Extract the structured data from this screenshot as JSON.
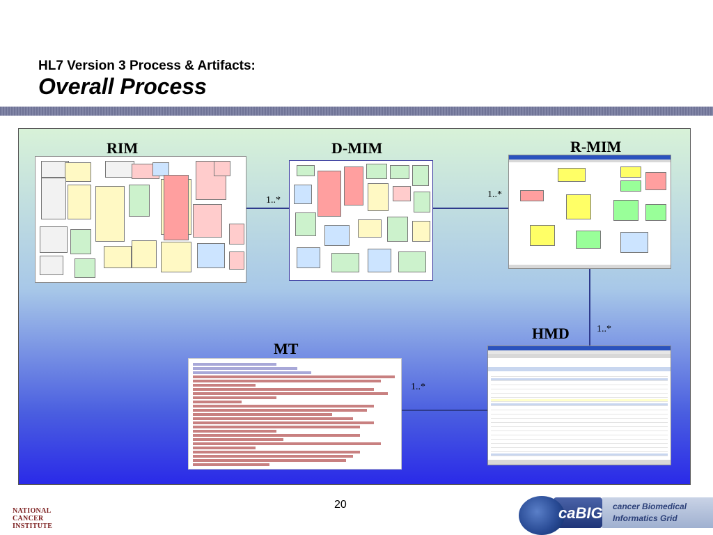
{
  "slide": {
    "title_line1": "HL7 Version 3 Process & Artifacts:",
    "title_line2": "Overall Process",
    "page_number": "20"
  },
  "labels": {
    "rim": "RIM",
    "dmim": "D-MIM",
    "rmim": "R-MIM",
    "hmd": "HMD",
    "mt": "MT"
  },
  "multiplicities": {
    "rim_dmim": "1..*",
    "dmim_rmim": "1..*",
    "rmim_hmd": "1..*",
    "hmd_mt": "1..*"
  },
  "footer": {
    "nci_logo_text": "NATIONAL CANCER INSTITUTE",
    "cabig_word": "caBIG",
    "cabig_line1": "cancer Biomedical",
    "cabig_line2": "Informatics Grid"
  },
  "colors": {
    "band": "#7479a0",
    "connector": "#2e3a8c",
    "panel_top": "#d8f2d8",
    "panel_bottom": "#2a2ae8"
  }
}
